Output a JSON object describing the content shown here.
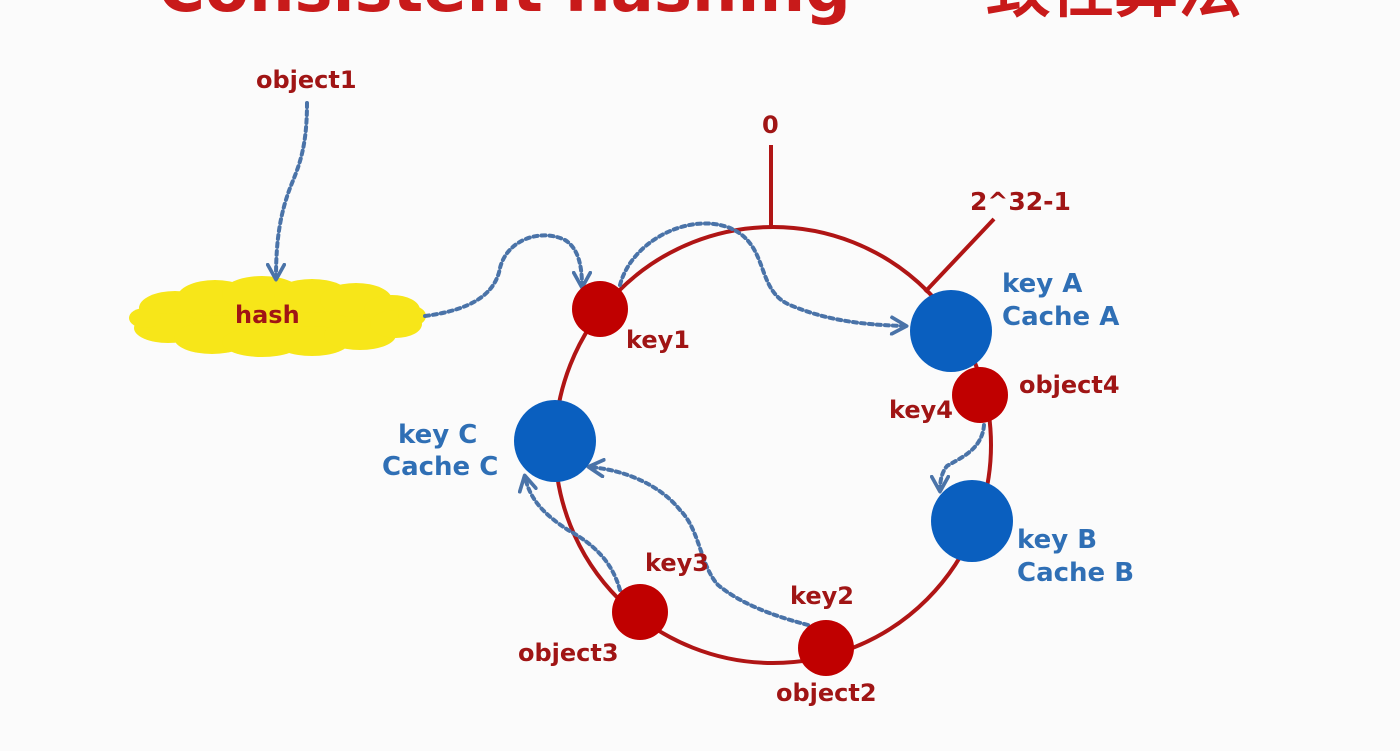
{
  "title": "Consistent hashing - 一致性算法",
  "labels": {
    "object1": "object1",
    "hash": "hash",
    "zero": "0",
    "max": "2^32-1",
    "key1": "key1",
    "key_a": "key A",
    "cache_a": "Cache A",
    "object4": "object4",
    "key4": "key4",
    "key_c": "key C",
    "cache_c": "Cache C",
    "key_b": "key B",
    "cache_b": "Cache B",
    "key3": "key3",
    "key2": "key2",
    "object3": "object3",
    "object2": "object2"
  },
  "colors": {
    "ring": "#b01515",
    "object_node": "#c00000",
    "cache_node": "#0a5fbf",
    "arrow": "#4a73a8",
    "hash_cloud": "#f7e619",
    "red_text": "#a01515",
    "blue_text": "#2f6fb5"
  }
}
